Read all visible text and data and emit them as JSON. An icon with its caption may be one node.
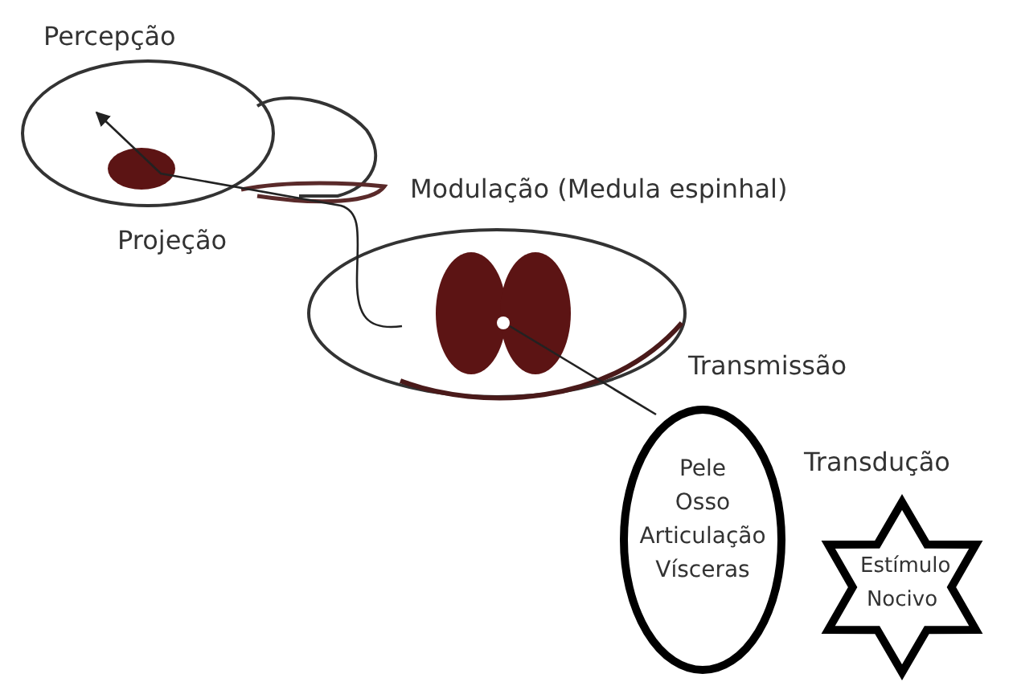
{
  "diagram": {
    "nodes": [
      {
        "text": [],
        "shape": "picture"
      },
      {
        "text": [],
        "shape": "picture"
      },
      {
        "text": [
          "Pele Osso Articulação Vísceras"
        ]
      },
      {
        "text": [
          "Estímulo Nocivo"
        ]
      }
    ],
    "edges": [
      {
        "from": 2,
        "to": 1,
        "arrow": "none"
      },
      {
        "from": 1,
        "to": 0,
        "arrow": "to"
      }
    ],
    "labels": [
      "Percepção",
      "Projeção",
      "Modulação (Medula espinhal)",
      "Transmissão",
      "Transdução"
    ]
  }
}
